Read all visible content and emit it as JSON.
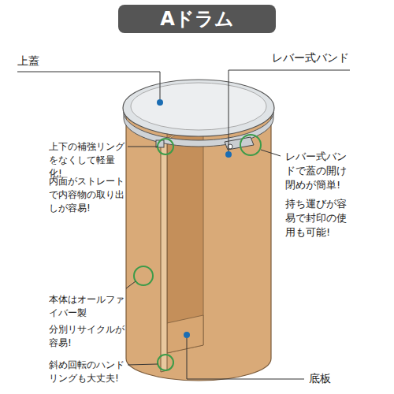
{
  "diagram": {
    "title": "Aドラム",
    "labels": [
      "上蓋",
      "レバー式バンド",
      "上下の補強リングをなくして軽量化!",
      "内面がストレートで内容物の取り出しが容易!",
      "レバー式バンドで蓋の開け閉めが簡単!",
      "持ち運びが容易で封印の使用も可能!",
      "本体はオールファイバー製",
      "分別リサイクルが容易!",
      "斜め回転のハンドリングも大丈夫!",
      "底板"
    ]
  }
}
